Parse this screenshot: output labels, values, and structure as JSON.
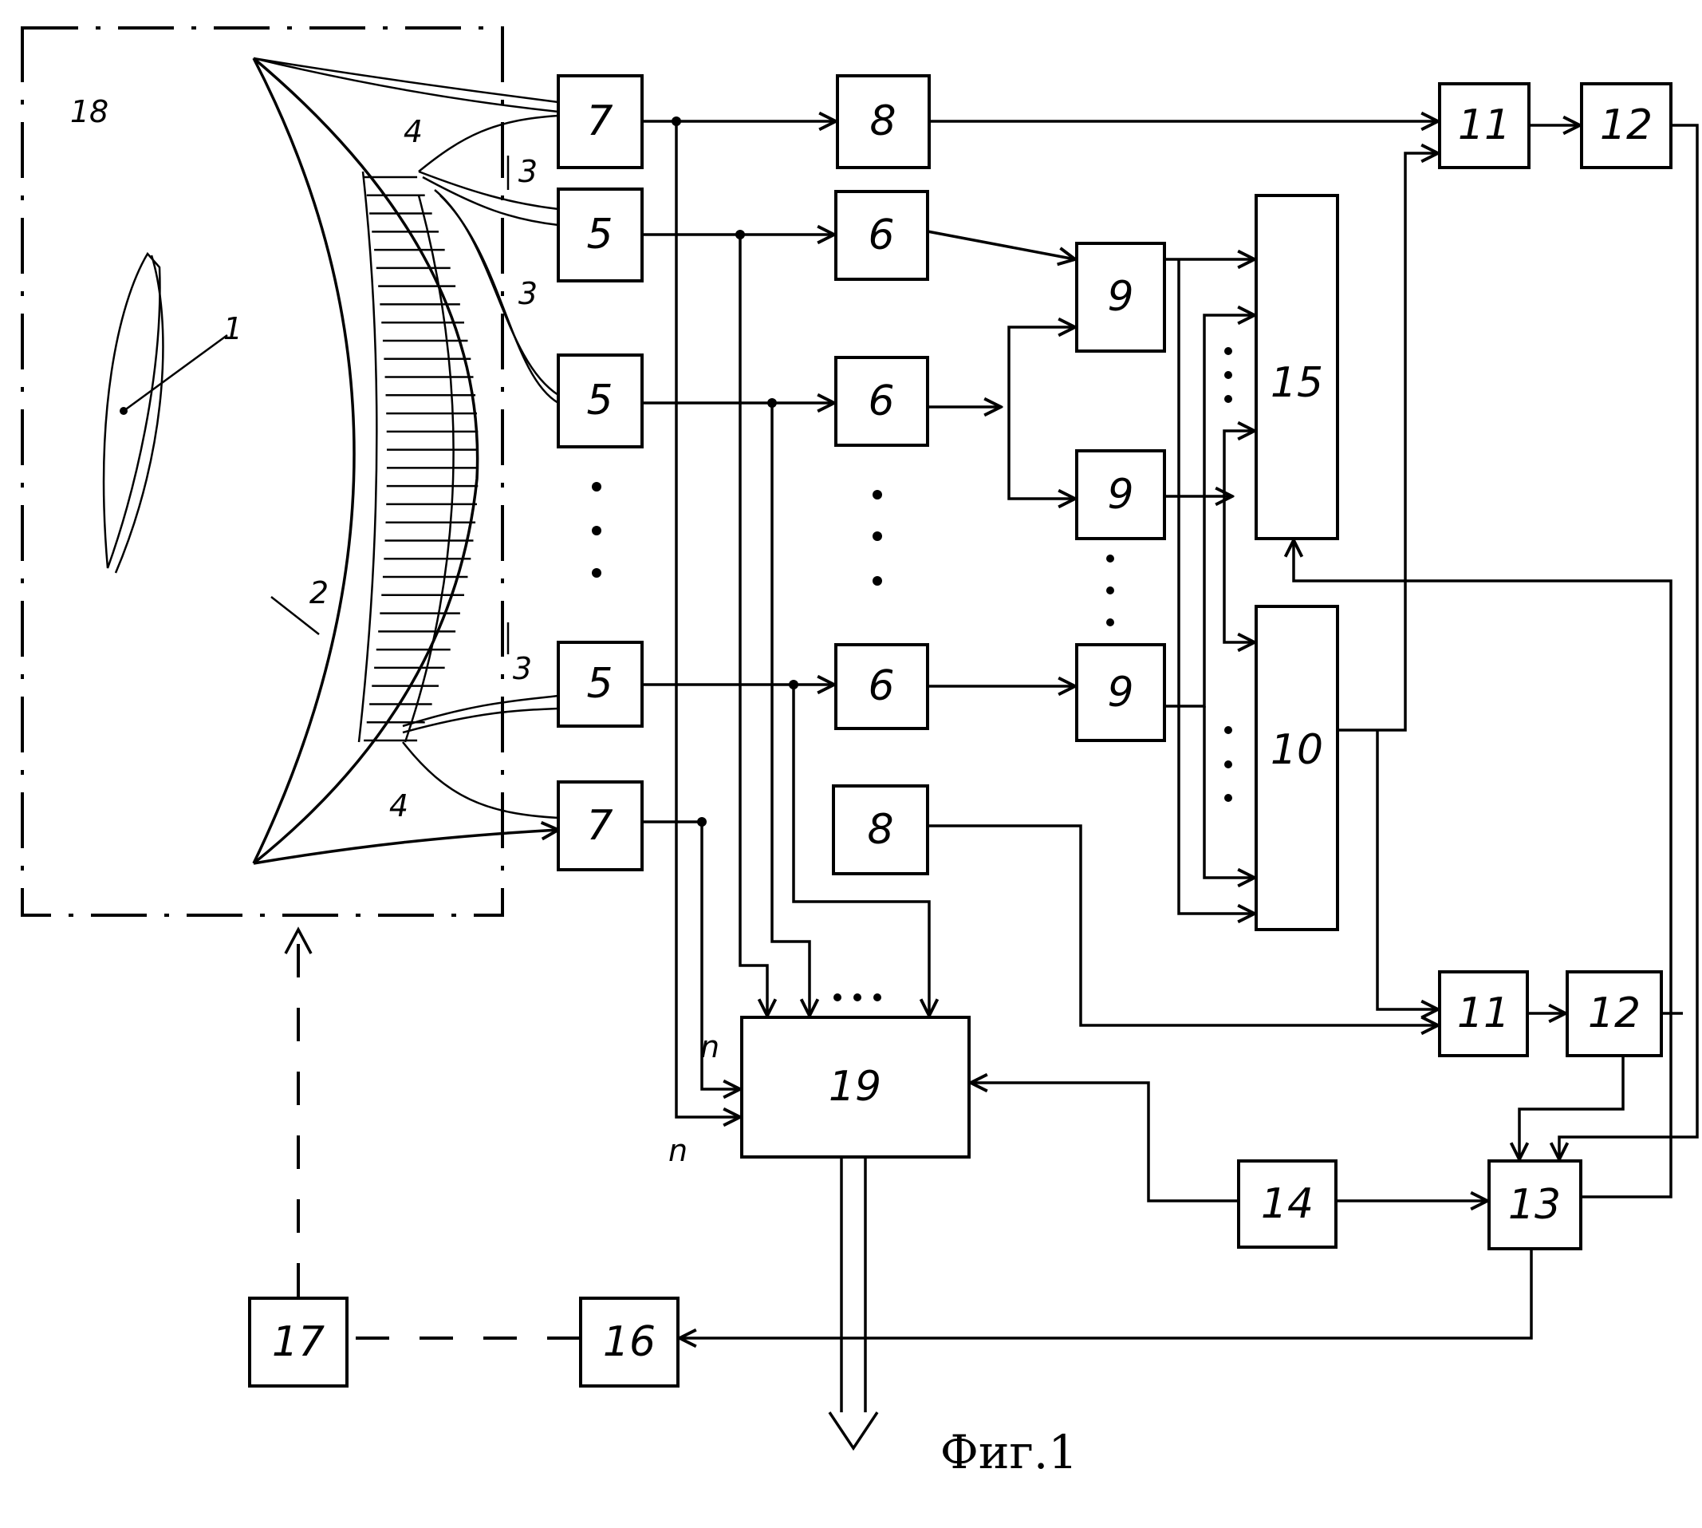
{
  "figure": {
    "caption": "Фиг.1",
    "blocks": {
      "b7_top": "7",
      "b7_bot": "7",
      "b8_top": "8",
      "b8_bot": "8",
      "b5_1": "5",
      "b5_2": "5",
      "b5_3": "5",
      "b6_1": "6",
      "b6_2": "6",
      "b6_3": "6",
      "b9_1": "9",
      "b9_2": "9",
      "b9_3": "9",
      "b15": "15",
      "b10": "10",
      "b11_top": "11",
      "b12_top": "12",
      "b11_bot": "11",
      "b12_bot": "12",
      "b13": "13",
      "b14": "14",
      "b16": "16",
      "b17": "17",
      "b19": "19"
    },
    "refs": {
      "r18": "18",
      "r1": "1",
      "r2": "2",
      "r4_top": "4",
      "r4_bot": "4",
      "r3_1": "3",
      "r3_2": "3",
      "r3_3": "3",
      "r_n1": "n",
      "r_n2": "n"
    }
  }
}
